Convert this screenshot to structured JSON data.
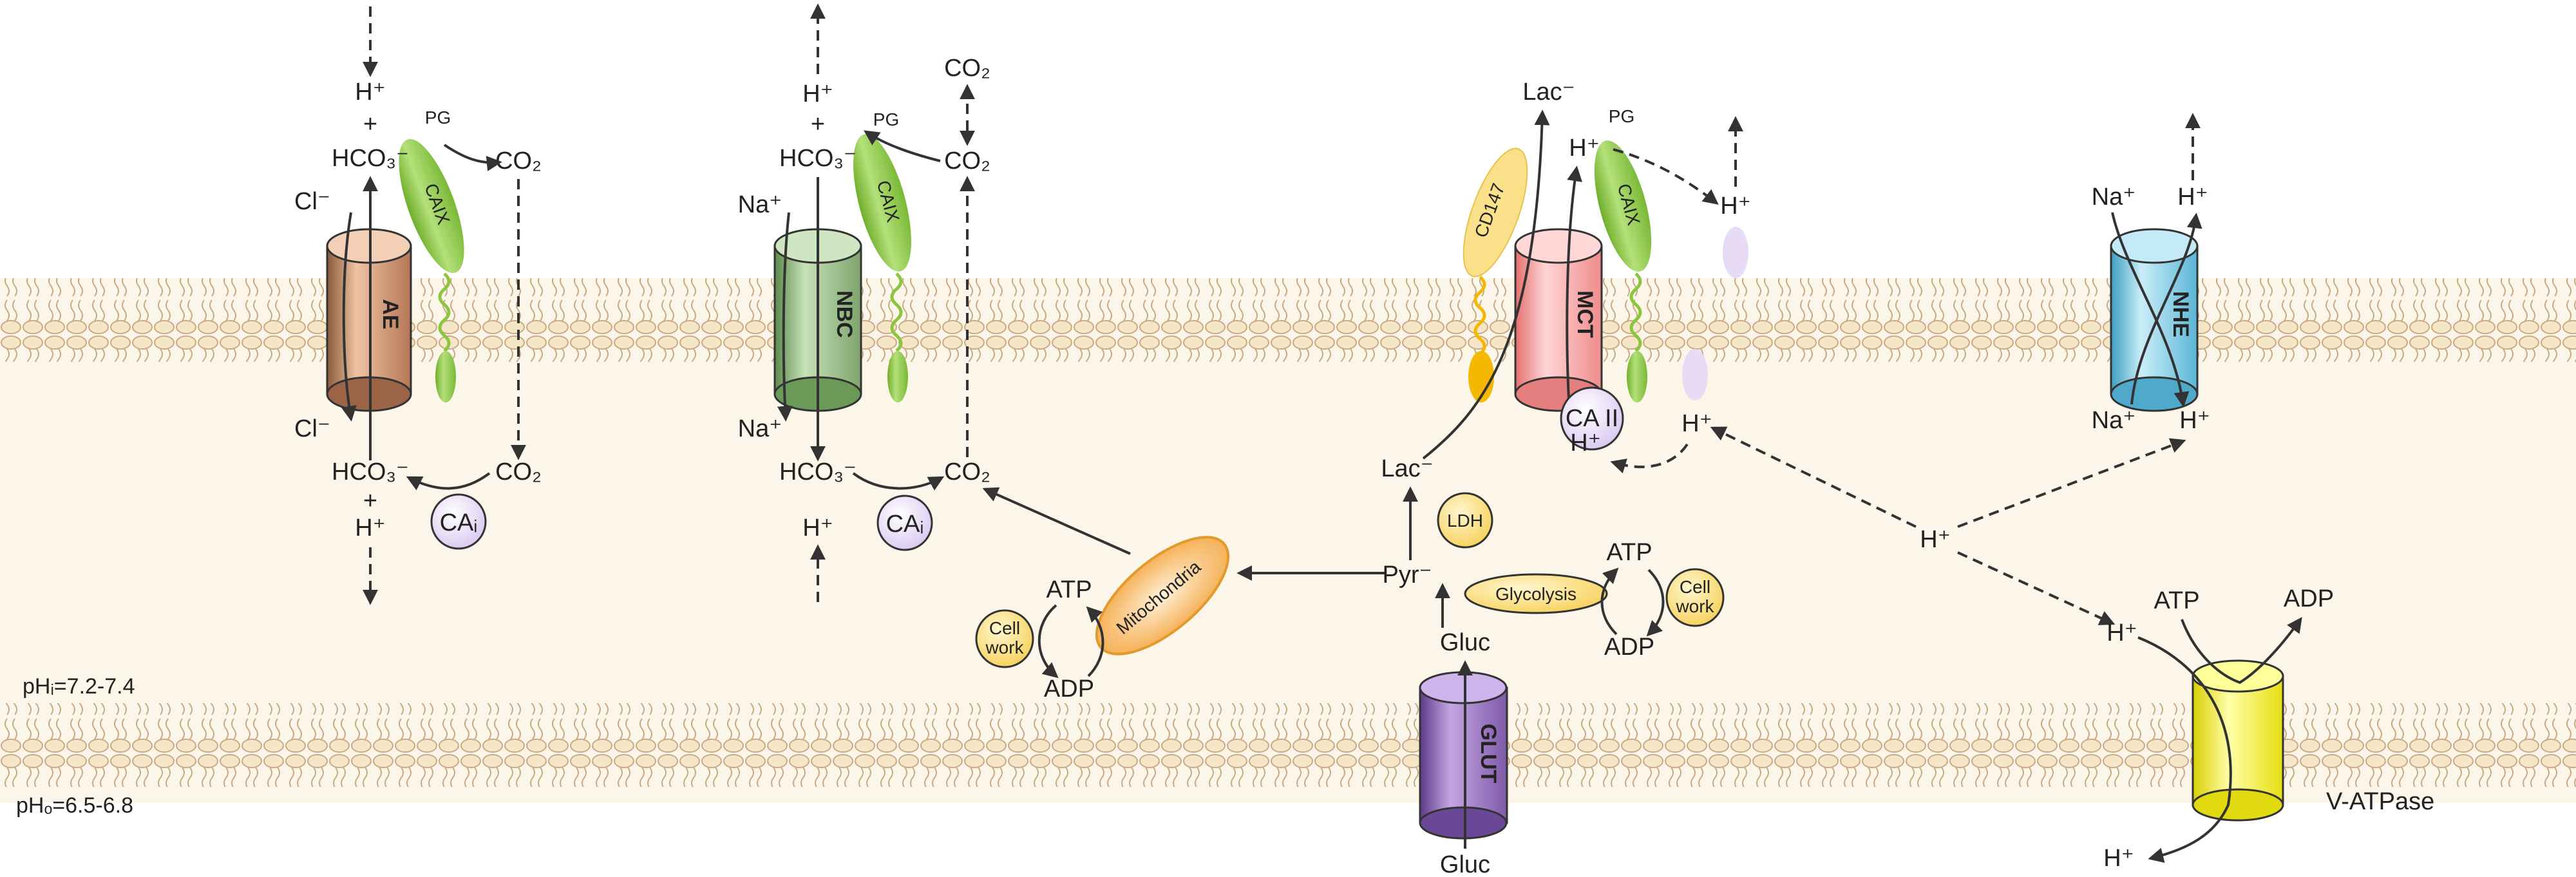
{
  "colors": {
    "cytoplasm": "#fcf6ea",
    "lipid_head": "#f6e6c8",
    "lipid_stroke": "#c9aa84",
    "ae": "#d9a07e",
    "nbc": "#8fb87a",
    "mct": "#f3a2a2",
    "nhe": "#86cde3",
    "glut": "#9d7ac2",
    "vatpase": "#f7f233",
    "caix": "#8cc63f",
    "ca_bubble": "#e6dbf5",
    "yellow_node": "#fbe08a",
    "cd147": "#fbe08a",
    "cd147_foot": "#f5b800",
    "mito": "#f7b65b"
  },
  "regions": {
    "ph_intracellular": "pHᵢ=7.2-7.4",
    "ph_extracellular": "pHₒ=6.5-6.8"
  },
  "transporters": {
    "ae": "AE",
    "nbc": "NBC",
    "mct": "MCT",
    "nhe": "NHE",
    "glut": "GLUT",
    "vatpase": "V-ATPase"
  },
  "proteins": {
    "caix": "CAIX",
    "pg": "PG",
    "cd147": "CD147"
  },
  "enzymes": {
    "ca_i": "CAᵢ",
    "ca_ii": "CA II",
    "ldh": "LDH",
    "glycolysis": "Glycolysis",
    "cell_work": [
      "Cell",
      "work"
    ],
    "mitochondria": "Mitochondria"
  },
  "molecules": {
    "h": "H⁺",
    "plus": "+",
    "hco3": "HCO₃⁻",
    "co2": "CO₂",
    "cl": "Cl⁻",
    "na": "Na⁺",
    "lac": "Lac⁻",
    "pyr": "Pyr⁻",
    "gluc": "Gluc",
    "atp": "ATP",
    "adp": "ADP"
  }
}
